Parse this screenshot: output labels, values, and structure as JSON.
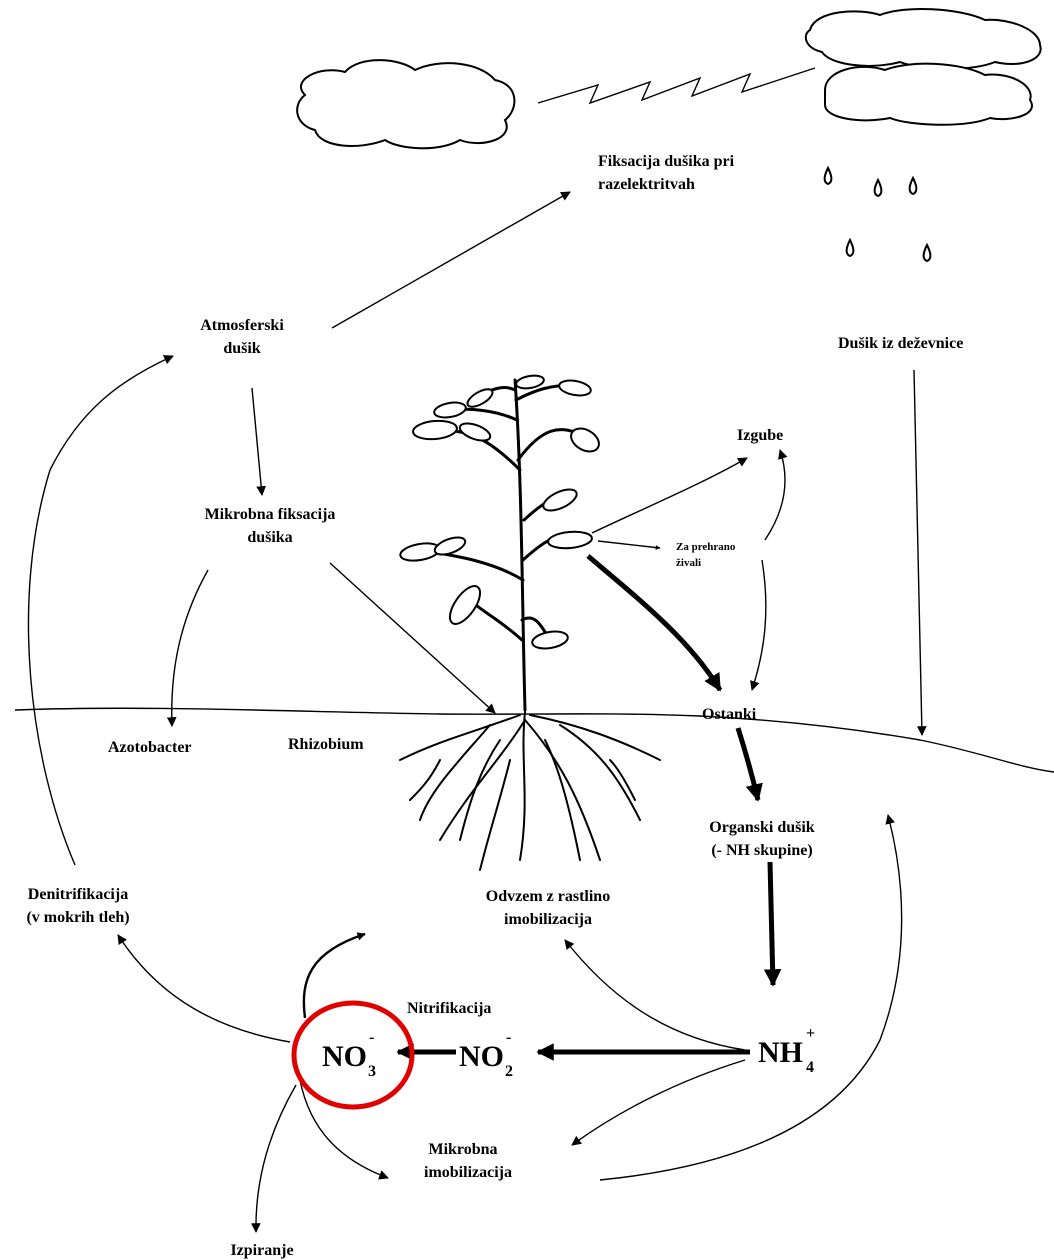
{
  "labels": {
    "lightning_fixation": [
      "Fiksacija dušika pri",
      "razelektritvah"
    ],
    "atmospheric": [
      "Atmosferski",
      "dušik"
    ],
    "rain": "Dušik iz deževnice",
    "losses": "Izgube",
    "animal_food": [
      "Za prehrano",
      "živali"
    ],
    "microbial_fixation": [
      "Mikrobna fiksacija",
      "dušika"
    ],
    "residues": "Ostanki",
    "azotobacter": "Azotobacter",
    "rhizobium": "Rhizobium",
    "organic_n": [
      "Organski dušik",
      "(- NH skupine)"
    ],
    "denitrification": [
      "Denitrifikacija",
      "(v mokrih tleh)"
    ],
    "plant_uptake": [
      "Odvzem z rastlino",
      "imobilizacija"
    ],
    "nitrification": "Nitrifikacija",
    "microbial_immob": [
      "Mikrobna",
      "imobilizacija"
    ],
    "leaching": "Izpiranje"
  },
  "species": {
    "no3": {
      "base": "NO",
      "sub": "3",
      "sup": "-"
    },
    "no2": {
      "base": "NO",
      "sub": "2",
      "sup": "-"
    },
    "nh4": {
      "base": "NH",
      "sub": "4",
      "sup": "+"
    }
  },
  "highlight_color": "#e00000",
  "ink_color": "#000000"
}
